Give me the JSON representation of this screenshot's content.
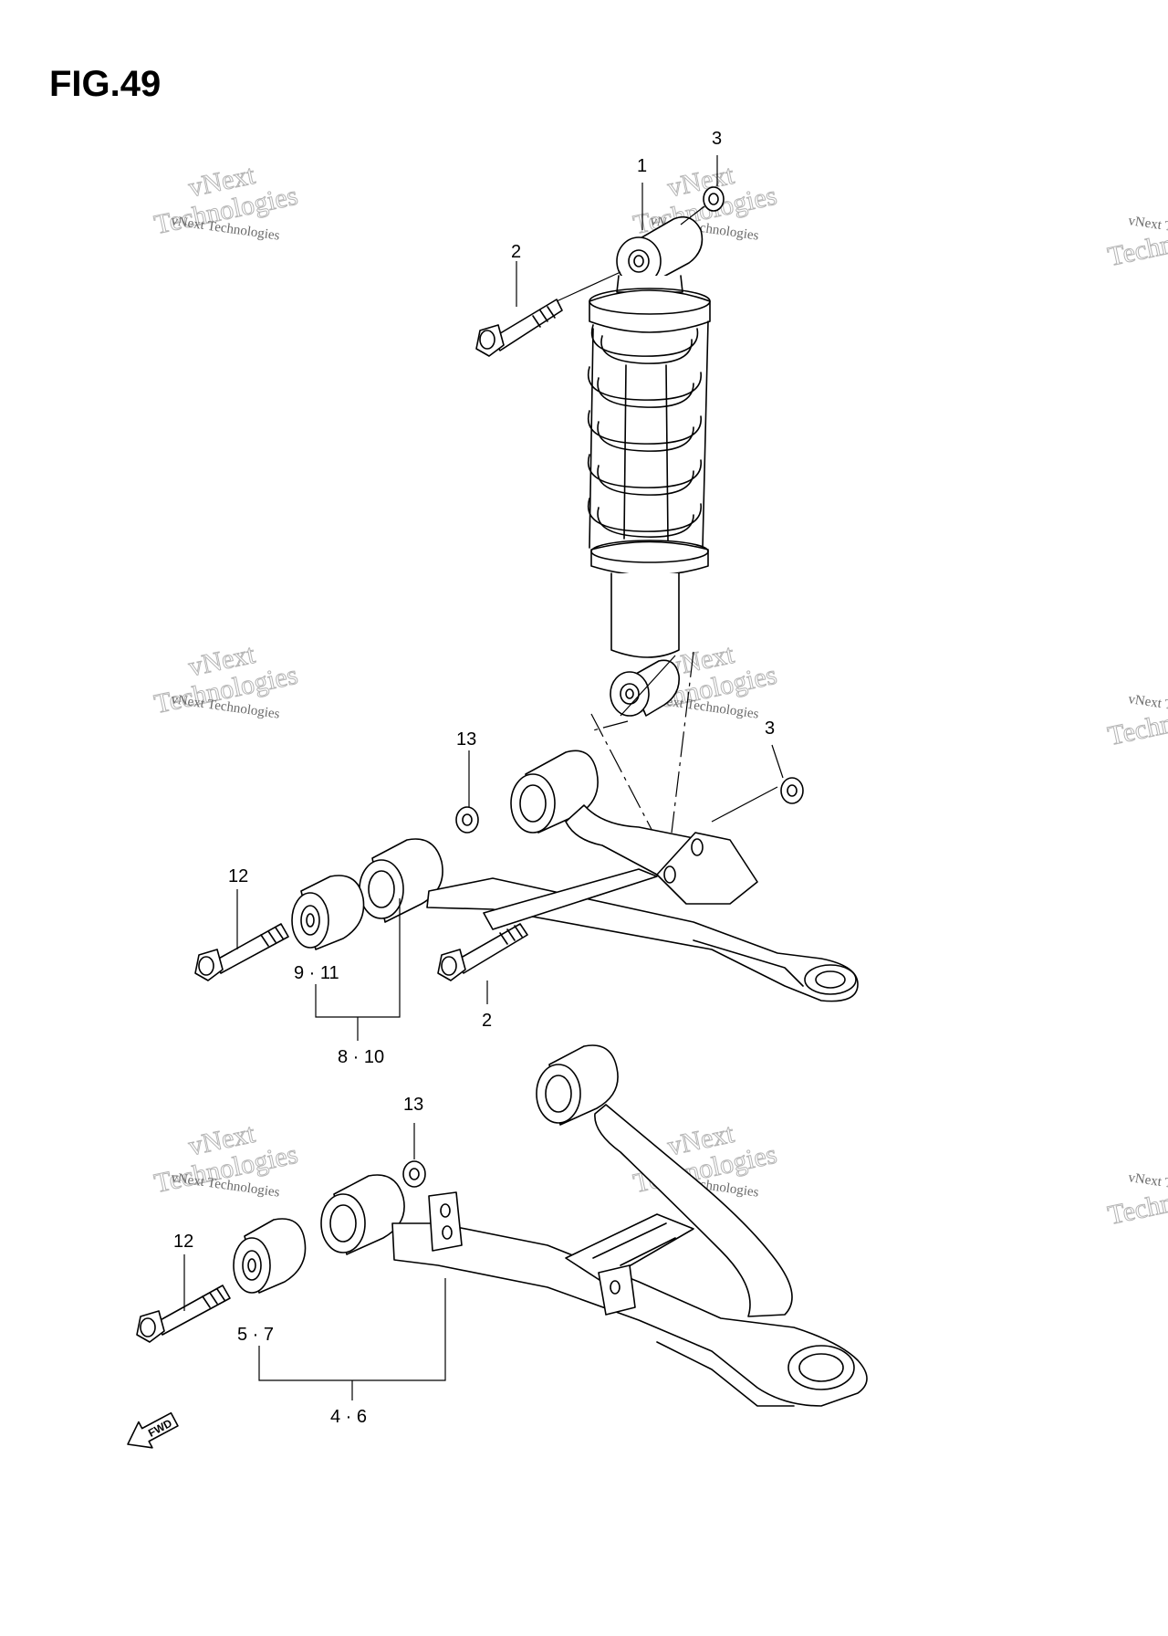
{
  "figure": {
    "title": "FIG.49"
  },
  "watermark": {
    "line1": "vNext",
    "line2": "Technologies",
    "small": "vNext Technologies"
  },
  "fwd_label": "FWD",
  "callouts": [
    {
      "id": "c1",
      "text": "1"
    },
    {
      "id": "c2a",
      "text": "2"
    },
    {
      "id": "c3a",
      "text": "3"
    },
    {
      "id": "c3b",
      "text": "3"
    },
    {
      "id": "c13a",
      "text": "13"
    },
    {
      "id": "c12a",
      "text": "12"
    },
    {
      "id": "c9_11",
      "text": "9 · 11"
    },
    {
      "id": "c2b",
      "text": "2"
    },
    {
      "id": "c8_10",
      "text": "8 · 10"
    },
    {
      "id": "c13b",
      "text": "13"
    },
    {
      "id": "c12b",
      "text": "12"
    },
    {
      "id": "c5_7",
      "text": "5 · 7"
    },
    {
      "id": "c4_6",
      "text": "4 · 6"
    }
  ]
}
